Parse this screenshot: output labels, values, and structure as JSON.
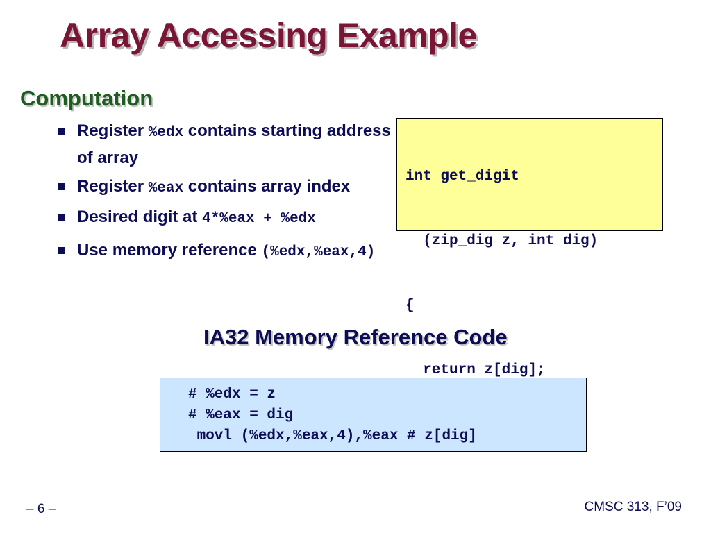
{
  "slide": {
    "title": "Array Accessing Example",
    "section": "Computation",
    "bullets": [
      {
        "pre": "Register ",
        "code": "%edx",
        "post": " contains starting address of array"
      },
      {
        "pre": "Register ",
        "code": "%eax",
        "post": " contains array index"
      },
      {
        "pre": "Desired digit at ",
        "code": "4*%eax + %edx",
        "post": ""
      },
      {
        "pre": "Use memory reference ",
        "code": "(%edx,%eax,4)",
        "post": ""
      }
    ],
    "c_code": [
      "int get_digit",
      "  (zip_dig z, int dig)",
      "{",
      "  return z[dig];",
      "}"
    ],
    "asm_heading": "IA32 Memory Reference Code",
    "asm_code": [
      "# %edx = z",
      "# %eax = dig",
      " movl (%edx,%eax,4),%eax # z[dig]"
    ],
    "page_number": "– 6 –",
    "course": "CMSC 313, F’09"
  },
  "colors": {
    "title": "#7a1536",
    "section": "#1f5d1f",
    "text": "#0d0d55",
    "c_box_bg": "#ffff99",
    "asm_box_bg": "#cce6ff"
  }
}
